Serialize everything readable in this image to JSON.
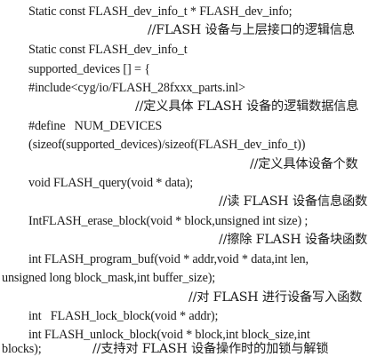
{
  "document": {
    "lines": [
      "Static const FLASH_dev_info_t * FLASH_dev_info;",
      "//FLASH 设备与上层接口的逻辑信息",
      "Static const FLASH_dev_info_t",
      "supported_devices [] = {",
      "#include<cyg/io/FLASH_28fxxx_parts.inl>",
      "//定义具体 FLASH 设备的逻辑数据信息",
      "#define   NUM_DEVICES",
      "(sizeof(supported_devices)/sizeof(FLASH_dev_info_t))",
      "//定义具体设备个数",
      "void FLASH_query(void * data);",
      "//读 FLASH 设备信息函数",
      "IntFLASH_erase_block(void * block,unsigned int size) ;",
      "//擦除 FLASH 设备块函数",
      "int FLASH_program_buf(void * addr,void * data,int len,",
      "unsigned long block_mask,int buffer_size);",
      "//对 FLASH 进行设备写入函数",
      "int   FLASH_lock_block(void * addr);",
      "int FLASH_unlock_block(void * block,int block_size,int",
      "blocks);",
      "//支持对 FLASH 设备操作时的加锁与解锁"
    ]
  }
}
